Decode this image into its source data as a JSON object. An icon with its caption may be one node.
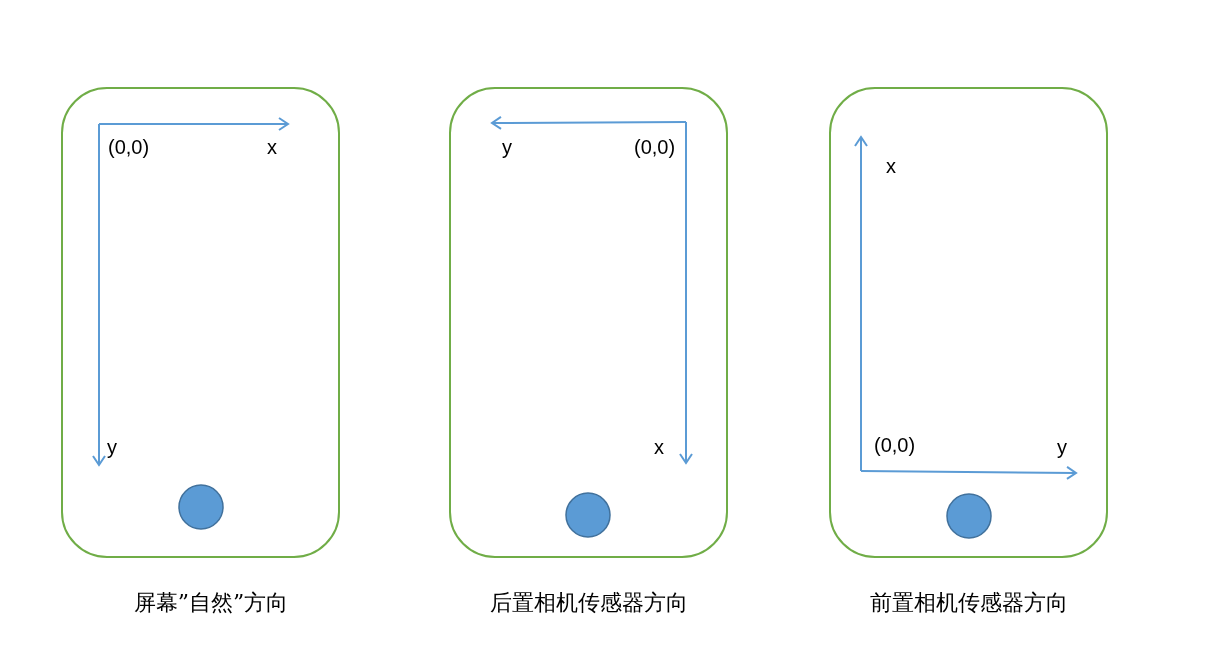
{
  "diagram": {
    "nodes": [
      {
        "text": [
          "(0,0)",
          "x",
          "y"
        ],
        "beside": [
          "屏幕”自然”方向"
        ]
      },
      {
        "text": [
          "y",
          "(0,0)",
          "x"
        ],
        "beside": [
          "后置相机传感器方向"
        ]
      },
      {
        "text": [
          "x",
          "(0,0)",
          "y"
        ],
        "beside": [
          "前置相机传感器方向"
        ]
      }
    ]
  }
}
